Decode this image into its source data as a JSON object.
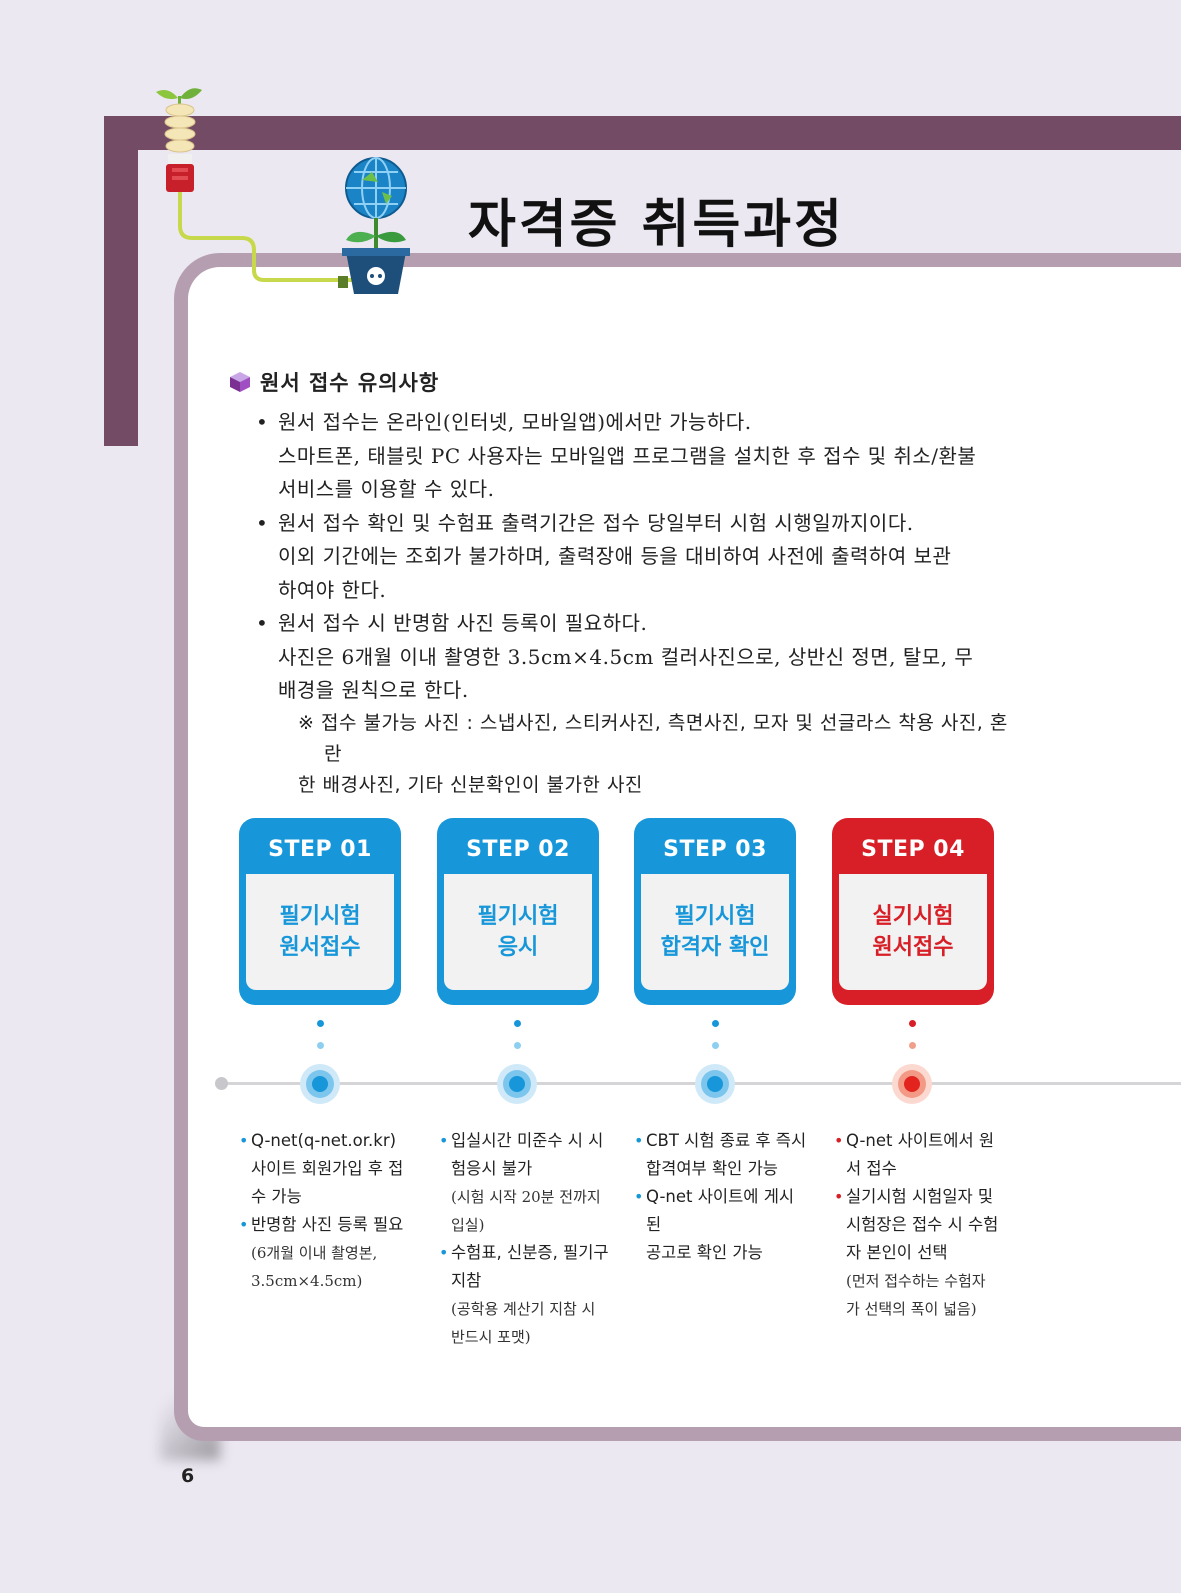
{
  "header": {
    "title": "자격증 취득과정"
  },
  "section": {
    "heading": "원서 접수 유의사항",
    "bullet": "•",
    "notes": [
      {
        "lines": [
          "원서 접수는 온라인(인터넷, 모바일앱)에서만 가능하다.",
          "스마트폰, 태블릿 PC 사용자는 모바일앱 프로그램을 설치한 후 접수 및 취소/환불",
          "서비스를 이용할 수 있다."
        ]
      },
      {
        "lines": [
          "원서 접수 확인 및 수험표 출력기간은 접수 당일부터 시험 시행일까지이다.",
          "이외 기간에는 조회가 불가하며, 출력장애 등을 대비하여 사전에 출력하여 보관",
          "하여야 한다."
        ]
      },
      {
        "lines": [
          "원서 접수 시 반명함 사진 등록이 필요하다.",
          "사진은 6개월 이내 촬영한 3.5cm×4.5cm 컬러사진으로, 상반신 정면, 탈모, 무",
          "배경을 원칙으로 한다."
        ]
      }
    ],
    "warning": {
      "lines": [
        "※ 접수 불가능 사진 : 스냅사진, 스티커사진, 측면사진, 모자 및 선글라스 착용 사진, 혼란",
        "한 배경사진, 기타 신분확인이 불가한 사진"
      ]
    }
  },
  "colors": {
    "blue": "#1797da",
    "red": "#d81e26",
    "frame": "#744b65",
    "card_border": "#b59eb0"
  },
  "steps": [
    {
      "label": "STEP 01",
      "title": [
        "필기시험",
        "원서접수"
      ],
      "color": "blue",
      "items": [
        {
          "bullet": "•",
          "lines": [
            "Q-net(q-net.or.kr)",
            "사이트 회원가입 후 접",
            "수 가능"
          ]
        },
        {
          "bullet": "•",
          "lines": [
            "반명함 사진 등록 필요"
          ],
          "sub": [
            "(6개월 이내 촬영본,",
            "3.5cm×4.5cm)"
          ]
        }
      ]
    },
    {
      "label": "STEP 02",
      "title": [
        "필기시험",
        "응시"
      ],
      "color": "blue",
      "items": [
        {
          "bullet": "•",
          "lines": [
            "입실시간 미준수 시 시",
            "험응시 불가"
          ],
          "sub": [
            "(시험 시작 20분 전까지",
            "입실)"
          ]
        },
        {
          "bullet": "•",
          "lines": [
            "수험표, 신분증, 필기구",
            "지참"
          ],
          "sub": [
            "(공학용 계산기 지참 시",
            "반드시 포맷)"
          ]
        }
      ]
    },
    {
      "label": "STEP 03",
      "title": [
        "필기시험",
        "합격자 확인"
      ],
      "color": "blue",
      "items": [
        {
          "bullet": "•",
          "lines": [
            "CBT 시험 종료 후 즉시",
            "합격여부 확인 가능"
          ]
        },
        {
          "bullet": "•",
          "lines": [
            "Q-net 사이트에 게시된",
            "공고로 확인 가능"
          ]
        }
      ]
    },
    {
      "label": "STEP 04",
      "title": [
        "실기시험",
        "원서접수"
      ],
      "color": "red",
      "items": [
        {
          "bullet": "•",
          "lines": [
            "Q-net 사이트에서 원",
            "서 접수"
          ]
        },
        {
          "bullet": "•",
          "lines": [
            "실기시험 시험일자 및",
            "시험장은 접수 시 수험",
            "자 본인이 선택"
          ],
          "sub": [
            "(먼저 접수하는 수험자",
            "가 선택의 폭이 넓음)"
          ]
        }
      ]
    }
  ],
  "footer": {
    "page_number": "6"
  }
}
